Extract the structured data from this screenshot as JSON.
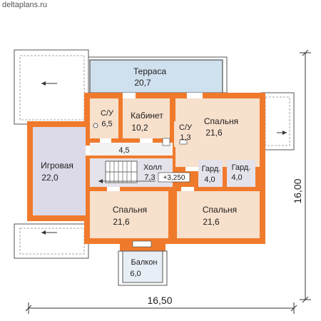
{
  "watermark": "deltaplans.ru",
  "colors": {
    "wall": "#f07a2c",
    "room_fill": "#f7e0cc",
    "terrace_fill": "#cfe0ee",
    "play_fill": "#dcdae8",
    "hall_fill": "#e4e2ea"
  },
  "rooms": {
    "terrace": {
      "name": "Терраса",
      "area": "20,7"
    },
    "bath1": {
      "name": "С/У",
      "area": "6,5"
    },
    "office": {
      "name": "Кабинет",
      "area": "10,2"
    },
    "bath2": {
      "name": "С/У",
      "area": "1,3"
    },
    "bedroom1": {
      "name": "Спальня",
      "area": "21,6"
    },
    "playroom": {
      "name": "Игровая",
      "area": "22,0"
    },
    "corridor": {
      "area": "4,5"
    },
    "hall": {
      "name": "Холл",
      "area": "7,3",
      "level": "+3,250"
    },
    "wardrobe1": {
      "name": "Гард.",
      "area": "4,0"
    },
    "wardrobe2": {
      "name": "Гард.",
      "area": "4,0"
    },
    "bedroom2": {
      "name": "Спальня",
      "area": "21,6"
    },
    "bedroom3": {
      "name": "Спальня",
      "area": "21,6"
    },
    "balcony": {
      "name": "Балкон",
      "area": "6,0"
    }
  },
  "dimensions": {
    "width": "16,50",
    "height": "16,00"
  }
}
